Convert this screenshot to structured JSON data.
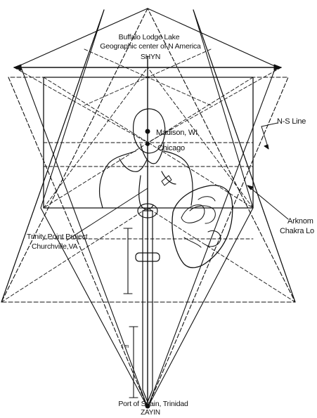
{
  "labels": {
    "top_line1": "Buffalo Lodge Lake",
    "top_line2": "Geographic center of N America",
    "top_line3": "SHYN",
    "madison": "Madison, WI",
    "chicago": "Chicago",
    "ns_line": "N-S Line",
    "arknom_line1": "Arknom",
    "arknom_line2": "Chakra Lo",
    "trinity_line1": "Trinity Point Project",
    "trinity_line2": "Churchville,VA",
    "bottom_line1": "Port of Spain, Trinidad",
    "bottom_line2": "ZAYIN",
    "small_mark": "1 m"
  },
  "colors": {
    "ink": "#111111",
    "background": "#ffffff"
  }
}
